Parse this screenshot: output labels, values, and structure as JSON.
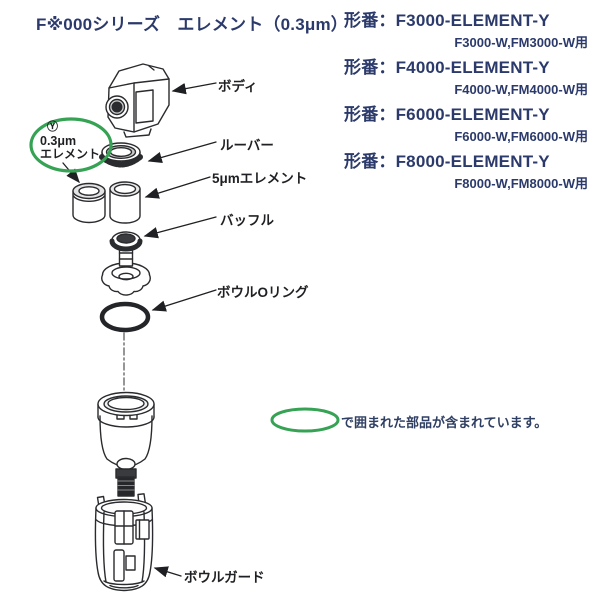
{
  "title": "F※000シリーズ　エレメント（0.3μm）",
  "models": [
    {
      "label": "形番：F3000-ELEMENT-Y",
      "applies_to": "F3000-W,FM3000-W用"
    },
    {
      "label": "形番：F4000-ELEMENT-Y",
      "applies_to": "F4000-W,FM4000-W用"
    },
    {
      "label": "形番：F6000-ELEMENT-Y",
      "applies_to": "F6000-W,FM6000-W用"
    },
    {
      "label": "形番：F8000-ELEMENT-Y",
      "applies_to": "F8000-W,FM8000-W用"
    }
  ],
  "diagram": {
    "labels": {
      "body": "ボディ",
      "louver": "ルーバー",
      "element_5um": "5μmエレメント",
      "baffle": "バッフル",
      "bowl_oring": "ボウルOリング",
      "bowl_guard": "ボウルガード"
    },
    "highlighted_part": {
      "mark": "Ⓨ",
      "line1": "0.3μm",
      "line2": "エレメント"
    }
  },
  "legend": {
    "note": "で囲まれた部品が含まれています。"
  },
  "colors": {
    "highlight_green": "#35a254",
    "heading_navy": "#2b3a6b",
    "diagram_ink": "#2a2b2e"
  }
}
